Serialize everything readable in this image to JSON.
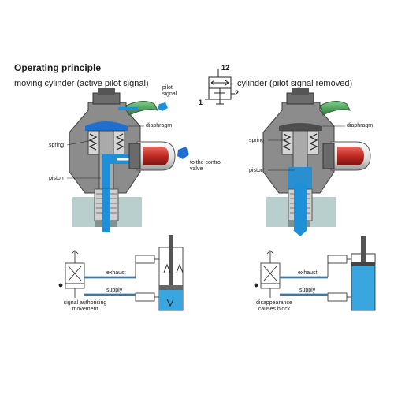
{
  "header": {
    "title": "Operating principle",
    "left_heading": "moving cylinder (active pilot signal)",
    "right_heading": "cylinder (pilot signal removed)"
  },
  "symbol": {
    "port_12": "12",
    "port_1": "1",
    "port_2": "2"
  },
  "left_valve": {
    "pilot_signal_line1": "pilot",
    "pilot_signal_line2": "signal",
    "diaphragm": "diaphragm",
    "spring": "spring",
    "piston": "piston",
    "control_valve_line1": "to the control",
    "control_valve_line2": "valve"
  },
  "right_valve": {
    "diaphragm": "diaphragm",
    "spring": "spring",
    "piston": "piston"
  },
  "left_circuit": {
    "exhaust": "exhaust",
    "supply": "supply",
    "caption_line1": "signal authorising",
    "caption_line2": "movement"
  },
  "right_circuit": {
    "exhaust": "exhaust",
    "supply": "supply",
    "caption_line1": "disappearance",
    "caption_line2": "causes block"
  },
  "colors": {
    "body_gray": "#8c8c8c",
    "dark_gray": "#4d4d4d",
    "air_blue": "#1e90d8",
    "tube_red": "#d9302a",
    "tube_green": "#3f9a4f",
    "base_teal": "#b9cfcd",
    "cyl_blue": "#3aa6e0"
  },
  "icons": [
    "pilot-arrow-icon",
    "control-arrow-icon",
    "valve-symbol-icon",
    "pneumatic-cylinder-icon"
  ]
}
